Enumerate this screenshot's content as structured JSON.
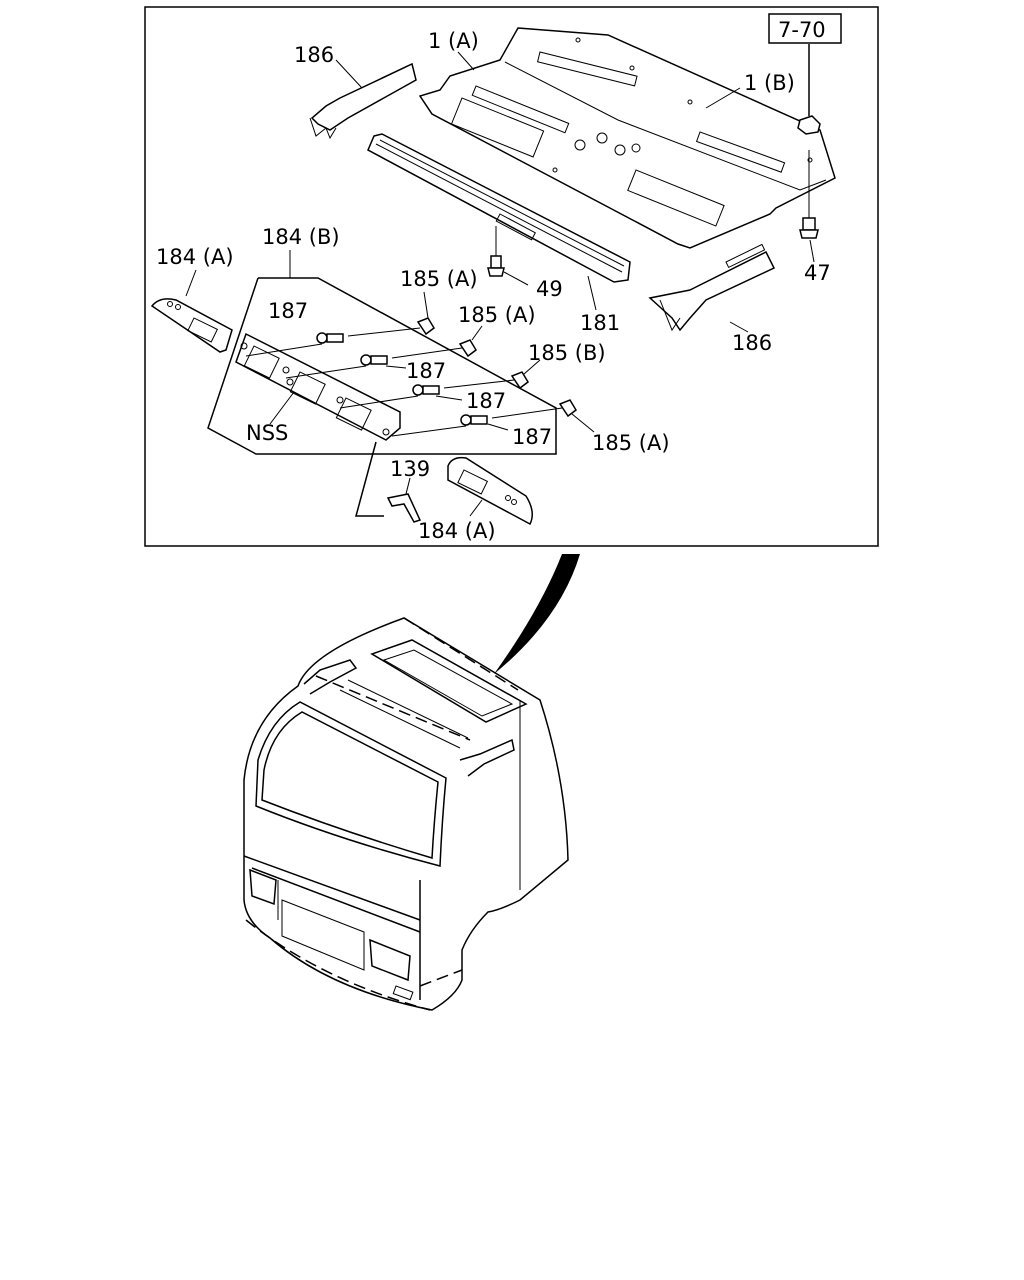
{
  "diagram": {
    "ref_box": "7-70",
    "labels": {
      "l186_top": "186",
      "l1A": "1 (A)",
      "l1B": "1 (B)",
      "l184B": "184 (B)",
      "l184A_left": "184 (A)",
      "l185A_1": "185 (A)",
      "l185A_2": "185 (A)",
      "l185B": "185 (B)",
      "l187_1": "187",
      "l187_2": "187",
      "l187_3": "187",
      "l187_4": "187",
      "l185A_3": "185 (A)",
      "l49": "49",
      "l181": "181",
      "l47": "47",
      "l186_right": "186",
      "lNSS": "NSS",
      "l139": "139",
      "l184A_bottom": "184 (A)"
    }
  }
}
